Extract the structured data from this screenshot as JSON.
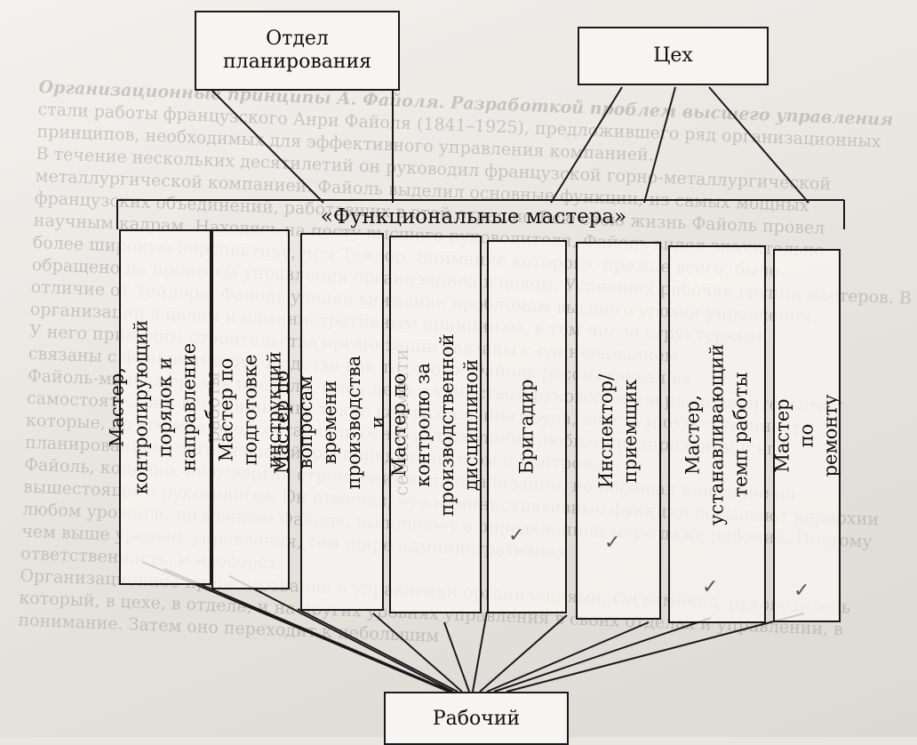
{
  "diagram": {
    "planning_dept": "Отдел\nпланирования",
    "shop": "Цех",
    "functional_masters_title": "«Функциональные мастера»",
    "worker": "Рабочий",
    "masters": [
      "Мастер, контролирующий\nпорядок и направление работы",
      "Мастер по подготовке\nинструкций",
      "Мастер по вопросам времени\nпроизводства и себестоимости",
      "Мастер по контролю за\nпроизводственной дисциплиной",
      "Бригадир",
      "Инспектор/приемщик",
      "Мастер, устанавливающий\nтемп работы",
      "Мастер по ремонту"
    ],
    "check_mark": "✓"
  },
  "background_text": {
    "lines": [
      "Организационные принципы А. Файоля. Разработкой проблем высшего управления",
      "стали работы французского Анри Файоля (1841–1925), предложившего ряд организационных",
      "принципов, необходимых для эффективного управления компанией.",
      "В течение нескольких десятилетий он руководил французской горно-металлургической",
      "металлургической компанией. Файоль выделил основные функции, из самых мощных",
      "французских объединений, работавших в этой отрасли. Всю свою жизнь Файоль провел",
      "научным кадрам. Находясь на посту высшего руководителя, Файоль видел значительно",
      "более широкую перспективу, чем Тейлор. Внимание которого, прежде всего, было",
      "обращено на процессы управления организацией в целом. Успешная рабочая группа мастеров. В",
      "отличие от Тейлора, Файоль уделял внимание проблемам высшего уровня управления.",
      "организации в целом и административным принципам, в том числе структурным.",
      "У него принципы строительства организации связаны с единоначалием.",
      "связаны с функциями руководства как такового. Файоль рассматривал их",
      "Файоль-менеджер, как правило, имел дело с единством руководства и распорядительства.",
      "самостоятельно. Его принципы, такие как разделение труда, власть и ответственность",
      "которые, по его мнению, составляли основу управления любым предприятием и его",
      "планированием, организацией, распорядительством и контролем.",
      "Файоль, конечно, не отвергал стремление к специализации, но обращал внимание на",
      "вышестоящего руководства. Он отмечал, что административные функции повышают иерархии",
      "любом уровне и, по мнению Файоля, выполняют в определенной мере даже рабочие. Поэтому",
      "чем выше уровень управления, тем шире административная",
      "ответственность, и наоборот.",
      "Организационное проектирование в управлении организациями. Он отмечал, руководитель",
      "который, в цехе, в отделе, и на других уровнях управления в своих отделах и управлении, в",
      "понимание. Затем оно переходит к небольшим"
    ]
  }
}
